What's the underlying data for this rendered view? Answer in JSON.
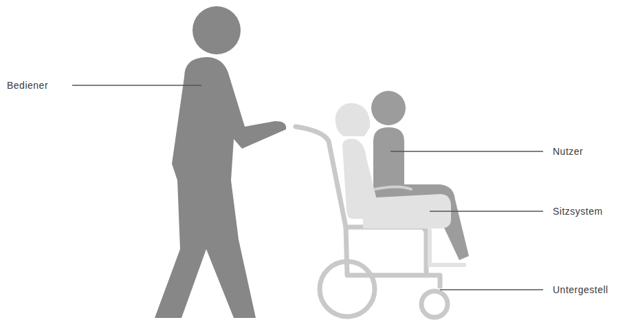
{
  "diagram": {
    "labels": [
      "Bediener",
      "Nutzer",
      "Sitzsystem",
      "Untergestell"
    ]
  }
}
